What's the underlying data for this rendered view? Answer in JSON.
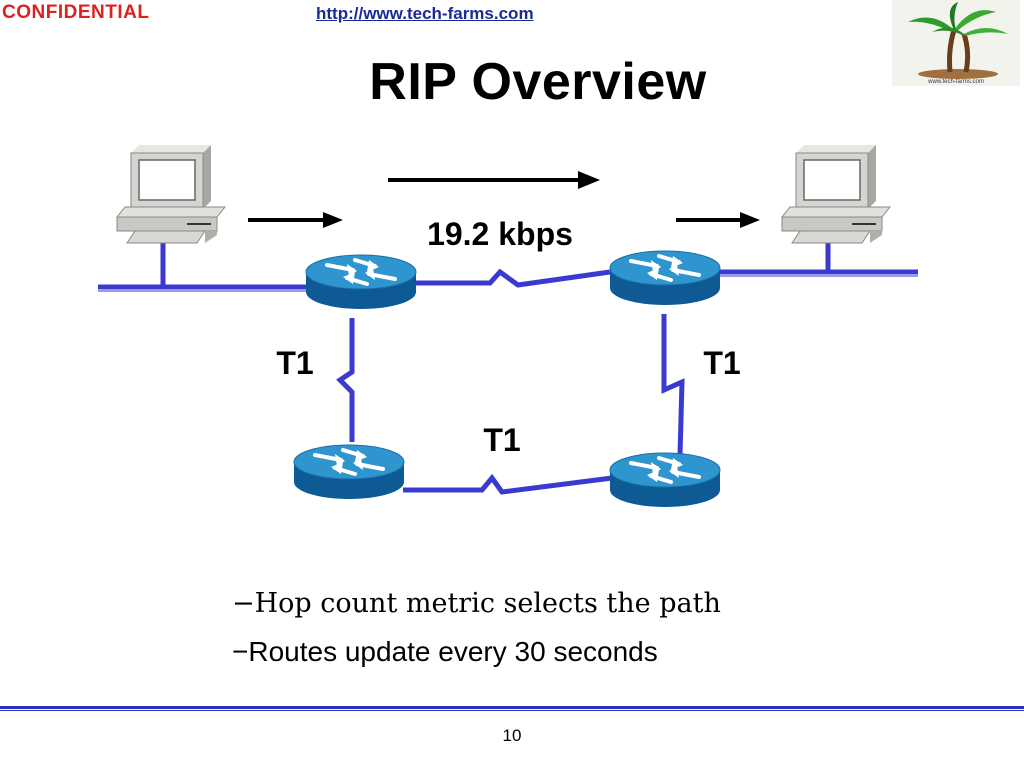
{
  "header": {
    "confidential": "CONFIDENTIAL",
    "url": "http://www.tech-farms.com",
    "logo_caption": "www.tech-farms.com"
  },
  "slide": {
    "title": "RIP Overview",
    "page_number": "10"
  },
  "diagram": {
    "labels": {
      "slow_link": "19.2 kbps",
      "t1_left": "T1",
      "t1_right": "T1",
      "t1_bottom": "T1"
    },
    "colors": {
      "link": "#3a3ad0",
      "router_top": "#2f95cf",
      "router_side": "#0d5a94",
      "pc_body": "#d4d4d0"
    }
  },
  "bullets": [
    "Hop count metric selects the path",
    "Routes update every 30 seconds"
  ],
  "bullet_marker": "−",
  "colors": {
    "confidential": "#e02020",
    "url": "#1b2a9a",
    "footer_line": "#2b2fb8"
  }
}
